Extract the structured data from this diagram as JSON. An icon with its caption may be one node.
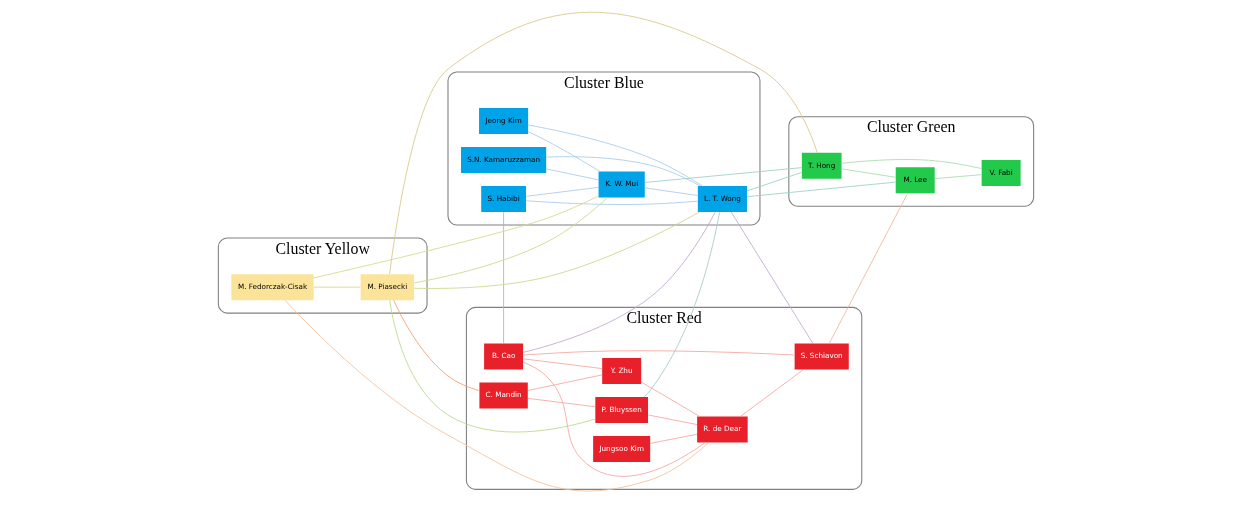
{
  "diagram": {
    "nodes": [
      {
        "text": [
          "Cluster Blue"
        ]
      },
      {
        "text": [
          "Jeong Kim"
        ],
        "in": 0
      },
      {
        "text": [
          "S.N. Kamaruzzaman"
        ],
        "in": 0
      },
      {
        "text": [
          "S. Habibi"
        ],
        "in": 0
      },
      {
        "text": [
          "K. W. Mui"
        ],
        "in": 0
      },
      {
        "text": [
          "L. T. Wong"
        ],
        "in": 0
      },
      {
        "text": [
          "Cluster Yellow"
        ]
      },
      {
        "text": [
          "M. Fedorczak-Cisak"
        ],
        "in": 6
      },
      {
        "text": [
          "M. Piasecki"
        ],
        "in": 6
      },
      {
        "text": [
          "Cluster Green"
        ]
      },
      {
        "text": [
          "V. Fabi"
        ],
        "in": 9
      },
      {
        "text": [
          "T. Hong"
        ],
        "in": 9
      },
      {
        "text": [
          "M. Lee"
        ],
        "in": 9
      },
      {
        "text": [
          "Cluster Red"
        ]
      },
      {
        "text": [
          "C. Mandin"
        ],
        "in": 13
      },
      {
        "text": [
          "B. Cao"
        ],
        "in": 13
      },
      {
        "text": [
          "Y. Zhu"
        ],
        "in": 13
      },
      {
        "text": [
          "P. Bluyssen"
        ],
        "in": 13
      },
      {
        "text": [
          "R. de Dear"
        ],
        "in": 13
      },
      {
        "text": [
          "S. Schiavon"
        ],
        "in": 13
      },
      {
        "text": [
          "Jungsoo Kim"
        ],
        "in": 13
      }
    ],
    "edges": [
      {
        "from": 1,
        "to": 4,
        "arrow": "none",
        "color": "#a8cbea"
      },
      {
        "from": 1,
        "to": 5,
        "arrow": "none",
        "color": "#a8cbea"
      },
      {
        "from": 4,
        "to": 5,
        "arrow": "none",
        "color": "#a8cbea"
      },
      {
        "from": 3,
        "to": 4,
        "arrow": "none",
        "color": "#a8cbea"
      },
      {
        "from": 3,
        "to": 5,
        "arrow": "none",
        "color": "#a8cbea"
      },
      {
        "from": 2,
        "to": 4,
        "arrow": "none",
        "color": "#a8cbea"
      },
      {
        "from": 2,
        "to": 5,
        "arrow": "none",
        "color": "#a8cbea"
      },
      {
        "from": 7,
        "to": 8,
        "arrow": "none",
        "color": "#d8d88a"
      },
      {
        "from": 7,
        "to": 4,
        "arrow": "none",
        "color": "#d8d88a"
      },
      {
        "from": 8,
        "to": 4,
        "arrow": "none",
        "color": "#c9d98a"
      },
      {
        "from": 8,
        "to": 5,
        "arrow": "none",
        "color": "#c9d98a"
      },
      {
        "from": 8,
        "to": 17,
        "arrow": "none",
        "color": "#b9d98a"
      },
      {
        "from": 8,
        "to": 14,
        "arrow": "none",
        "color": "#f0a070"
      },
      {
        "from": 7,
        "to": 18,
        "arrow": "none",
        "color": "#f3c29a"
      },
      {
        "from": 8,
        "to": 11,
        "arrow": "none",
        "color": "#d8c88a"
      },
      {
        "from": 11,
        "to": 12,
        "arrow": "none",
        "color": "#a6dcae"
      },
      {
        "from": 11,
        "to": 10,
        "arrow": "none",
        "color": "#a6dcae"
      },
      {
        "from": 12,
        "to": 10,
        "arrow": "none",
        "color": "#a6dcae"
      },
      {
        "from": 4,
        "to": 11,
        "arrow": "none",
        "color": "#9ccfc6"
      },
      {
        "from": 5,
        "to": 11,
        "arrow": "none",
        "color": "#9ccfc6"
      },
      {
        "from": 5,
        "to": 12,
        "arrow": "none",
        "color": "#9ccfc6"
      },
      {
        "from": 14,
        "to": 17,
        "arrow": "none",
        "color": "#f4a6a0"
      },
      {
        "from": 14,
        "to": 16,
        "arrow": "none",
        "color": "#f4a6a0"
      },
      {
        "from": 15,
        "to": 16,
        "arrow": "none",
        "color": "#f4a6a0"
      },
      {
        "from": 15,
        "to": 18,
        "arrow": "none",
        "color": "#f4a6a0"
      },
      {
        "from": 16,
        "to": 18,
        "arrow": "none",
        "color": "#f4a6a0"
      },
      {
        "from": 18,
        "to": 19,
        "arrow": "none",
        "color": "#f4a6a0"
      },
      {
        "from": 15,
        "to": 19,
        "arrow": "none",
        "color": "#f4a6a0"
      },
      {
        "from": 20,
        "to": 18,
        "arrow": "none",
        "color": "#f4a6a0"
      },
      {
        "from": 17,
        "to": 18,
        "arrow": "none",
        "color": "#f4a6a0"
      },
      {
        "from": 19,
        "to": 5,
        "arrow": "none",
        "color": "#c0a8d0"
      },
      {
        "from": 19,
        "to": 12,
        "arrow": "none",
        "color": "#f2b59a"
      },
      {
        "from": 15,
        "to": 5,
        "arrow": "none",
        "color": "#c0a8d0"
      },
      {
        "from": 3,
        "to": 15,
        "arrow": "none",
        "color": "#c0a8d0"
      },
      {
        "from": 17,
        "to": 5,
        "arrow": "none",
        "color": "#a8c8c8"
      }
    ]
  }
}
